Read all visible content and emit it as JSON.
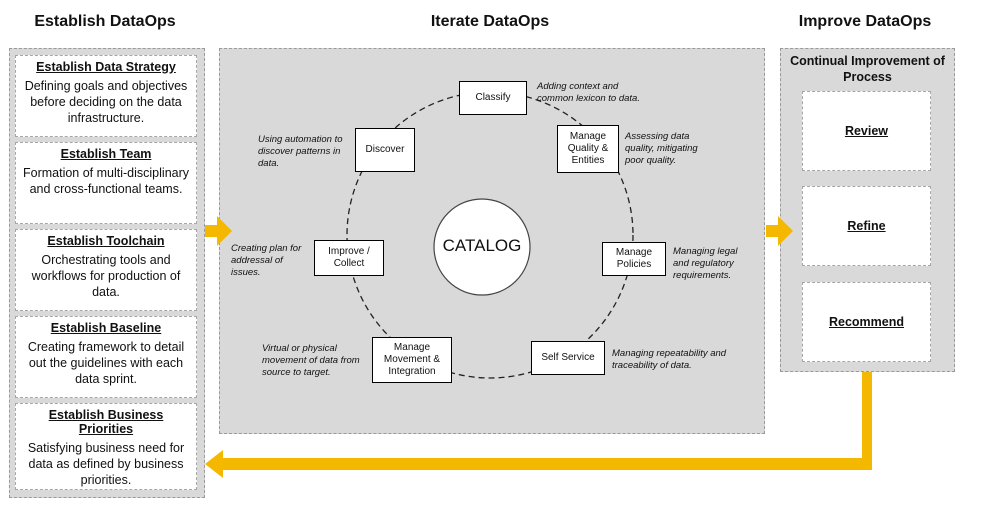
{
  "columns": {
    "establish": "Establish DataOps",
    "iterate": "Iterate DataOps",
    "improve": "Improve DataOps"
  },
  "establish_cards": [
    {
      "title": "Establish Data Strategy",
      "desc": "Defining goals and objectives before deciding on the data infrastructure."
    },
    {
      "title": "Establish Team",
      "desc": "Formation of multi-disciplinary and cross-functional teams."
    },
    {
      "title": "Establish Toolchain",
      "desc": "Orchestrating tools and workflows for production of data."
    },
    {
      "title": "Establish Baseline",
      "desc": "Creating framework to detail out the guidelines with each data sprint."
    },
    {
      "title": "Establish Business Priorities",
      "desc": "Satisfying business need for data as defined by business priorities."
    }
  ],
  "center": "CATALOG",
  "nodes": {
    "classify": "Classify",
    "quality": "Manage Quality & Entities",
    "policies": "Manage Policies",
    "self_service": "Self Service",
    "movement": "Manage Movement & Integration",
    "improve": "Improve / Collect",
    "discover": "Discover"
  },
  "annotations": {
    "classify": "Adding context and common lexicon to data.",
    "quality": "Assessing data quality, mitigating poor quality.",
    "policies": "Managing legal and regulatory requirements.",
    "self_service": "Managing repeatability and traceability of data.",
    "movement": "Virtual or physical movement of data from source to target.",
    "improve": "Creating plan for addressal of issues.",
    "discover": "Using automation to discover patterns in data."
  },
  "improve_panel": {
    "title": "Continual Improvement of Process",
    "steps": [
      "Review",
      "Refine",
      "Recommend"
    ]
  },
  "colors": {
    "arrow": "#f5b800",
    "panel": "#d9d9d9"
  }
}
